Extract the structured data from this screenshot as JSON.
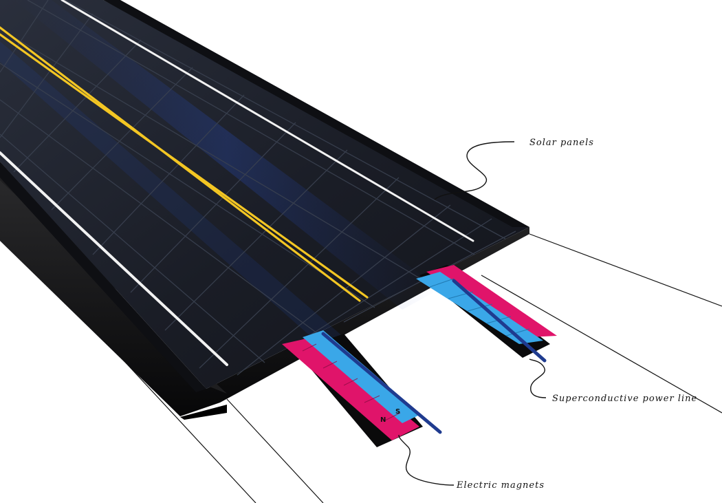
{
  "labels": {
    "solar_panels": "Solar panels",
    "power_line": "Superconductive power line",
    "magnets": "Electric magnets"
  },
  "magnet_poles": {
    "north": "N",
    "south": "S"
  },
  "colors": {
    "road_surface": "#1b1e26",
    "road_side": "#0c0c0e",
    "panel_grid": "#3a4150",
    "lane_white": "#f2f2f2",
    "lane_yellow": "#f3c623",
    "magnet_pink": "#e0146a",
    "magnet_blue": "#3aa7e8",
    "power_line": "#1f3b8f",
    "callout_line": "#111111"
  }
}
